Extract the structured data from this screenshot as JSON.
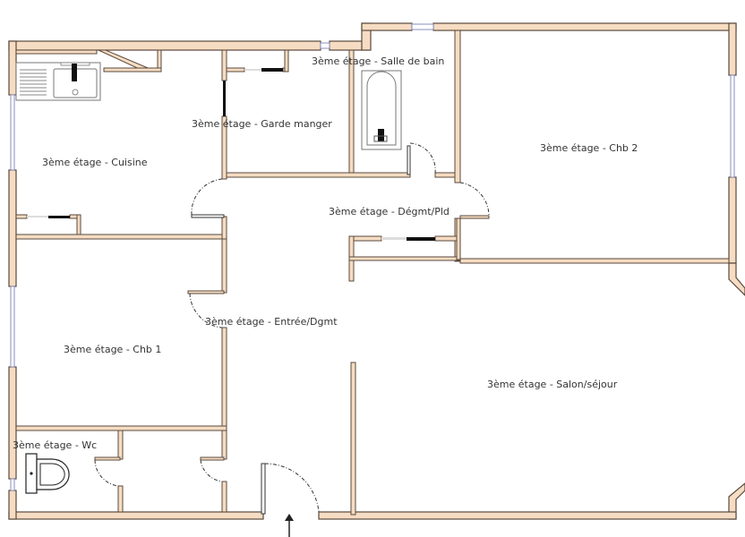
{
  "floor_plan": {
    "colors": {
      "wall_fill": "#f5dcc2",
      "wall_stroke": "#5a4a3e",
      "window": "#8a8fbf",
      "background": "#ffffff"
    },
    "rooms": [
      {
        "id": "cuisine",
        "label": "3ème étage - Cuisine"
      },
      {
        "id": "garde-manger",
        "label": "3ème étage - Garde manger"
      },
      {
        "id": "salle-de-bain",
        "label": "3ème étage - Salle de bain"
      },
      {
        "id": "chb2",
        "label": "3ème étage - Chb 2"
      },
      {
        "id": "degmt-pld",
        "label": "3ème étage - Dégmt/Pld"
      },
      {
        "id": "entree-dgmt",
        "label": "3ème étage - Entrée/Dgmt"
      },
      {
        "id": "chb1",
        "label": "3ème étage - Chb 1"
      },
      {
        "id": "salon-sejour",
        "label": "3ème étage - Salon/séjour"
      },
      {
        "id": "wc",
        "label": "3ème étage - Wc"
      }
    ],
    "fixtures": [
      "sink-icon",
      "bathtub-icon",
      "toilet-icon"
    ],
    "entrance_marker": "arrow-up-icon"
  }
}
